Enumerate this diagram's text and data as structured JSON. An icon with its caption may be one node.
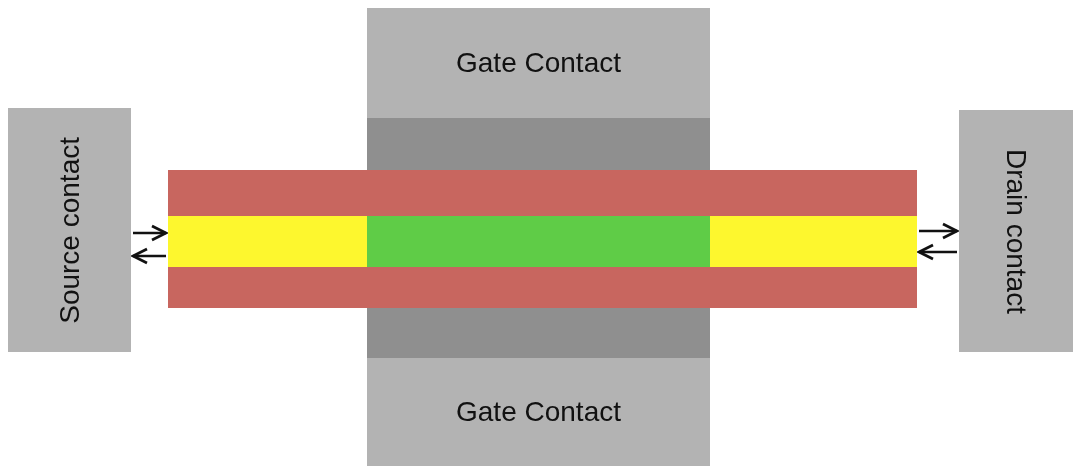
{
  "diagram": {
    "nodes": [
      {
        "text": [
          "Gate Contact"
        ]
      },
      {
        "text": [
          "Source contact"
        ]
      },
      {
        "text": [],
        "shape": "bar"
      },
      {
        "text": [],
        "shape": "bar"
      },
      {
        "text": [
          "Drain contact"
        ]
      },
      {
        "text": [
          "Gate Contact"
        ]
      }
    ],
    "edges": [
      {
        "from": 1,
        "to": 2,
        "arrow": "to"
      },
      {
        "from": 2,
        "to": 1,
        "arrow": "to"
      },
      {
        "from": 3,
        "to": 4,
        "arrow": "to"
      },
      {
        "from": 4,
        "to": 3,
        "arrow": "to"
      }
    ]
  }
}
